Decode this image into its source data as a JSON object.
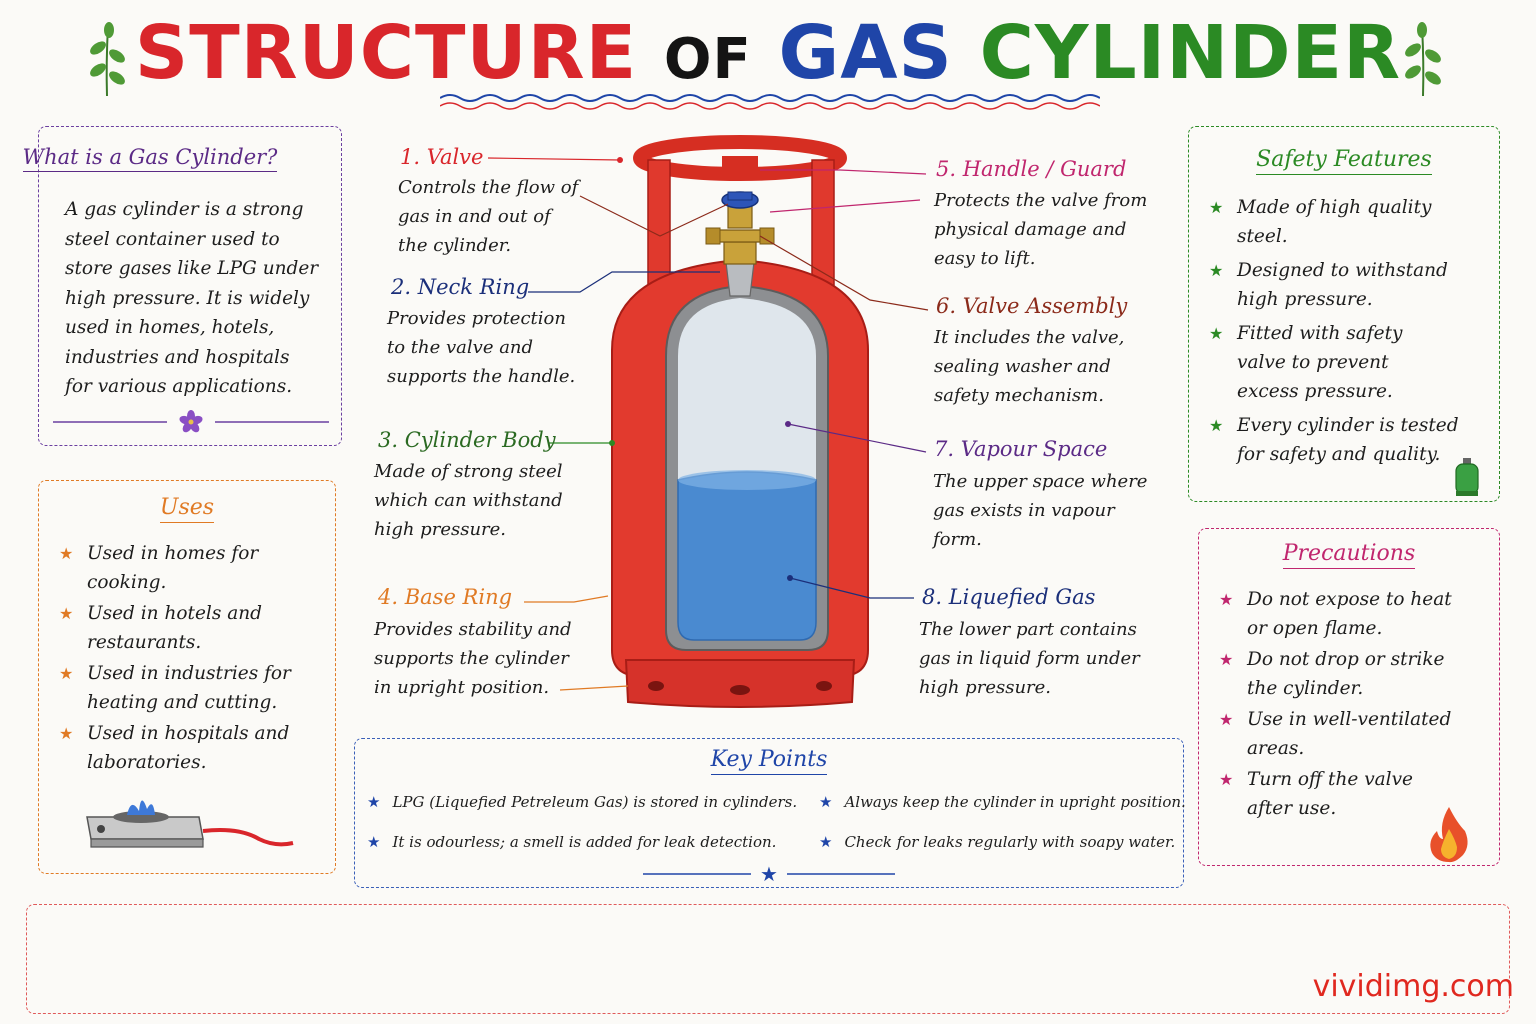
{
  "title": {
    "word1": "STRUCTURE",
    "word2": "OF",
    "word3": "GAS",
    "word4": "CYLINDER"
  },
  "what_box": {
    "heading": "What is a Gas Cylinder?",
    "lines": [
      "A gas cylinder is a strong",
      "steel container used to",
      "store gases like LPG under",
      "high pressure. It is widely",
      "used in homes, hotels,",
      "industries and hospitals",
      "for various applications."
    ]
  },
  "uses_box": {
    "heading": "Uses",
    "items": [
      [
        "Used in homes for",
        "cooking."
      ],
      [
        "Used in hotels and",
        "restaurants."
      ],
      [
        "Used in industries for",
        "heating and cutting."
      ],
      [
        "Used in hospitals and",
        "laboratories."
      ]
    ]
  },
  "labels": [
    {
      "title": "1. Valve",
      "lines": [
        "Controls the flow of",
        "gas in and out of",
        "the cylinder."
      ]
    },
    {
      "title": "2. Neck Ring",
      "lines": [
        "Provides protection",
        "to the valve and",
        "supports the handle."
      ]
    },
    {
      "title": "3. Cylinder Body",
      "lines": [
        "Made of strong steel",
        "which can withstand",
        "high pressure."
      ]
    },
    {
      "title": "4. Base Ring",
      "lines": [
        "Provides stability and",
        "supports the cylinder",
        "in upright position."
      ]
    },
    {
      "title": "5. Handle / Guard",
      "lines": [
        "Protects the valve from",
        "physical damage and",
        "easy to lift."
      ]
    },
    {
      "title": "6. Valve Assembly",
      "lines": [
        "It includes the valve,",
        "sealing washer and",
        "safety mechanism."
      ]
    },
    {
      "title": "7. Vapour Space",
      "lines": [
        "The upper space where",
        "gas exists in vapour",
        "form."
      ]
    },
    {
      "title": "8. Liquefied Gas",
      "lines": [
        "The lower part contains",
        "gas in liquid form under",
        "high pressure."
      ]
    }
  ],
  "safety_box": {
    "heading": "Safety Features",
    "items": [
      [
        "Made of high quality",
        "steel."
      ],
      [
        "Designed to withstand",
        "high pressure."
      ],
      [
        "Fitted with safety",
        "valve to prevent",
        "excess pressure."
      ],
      [
        "Every cylinder is tested",
        "for safety and quality."
      ]
    ]
  },
  "precautions_box": {
    "heading": "Precautions",
    "items": [
      [
        "Do not expose to heat",
        "or open flame."
      ],
      [
        "Do not drop or strike",
        "the cylinder."
      ],
      [
        "Use in well-ventilated",
        "areas."
      ],
      [
        "Turn off the valve",
        "after use."
      ]
    ]
  },
  "key_points": {
    "heading": "Key Points",
    "items": [
      "LPG (Liquefied Petreleum Gas) is stored in cylinders.",
      "Always keep the cylinder in upright position.",
      "It is odourless; a smell is added for leak detection.",
      "Check for leaks regularly with soapy water."
    ]
  },
  "watermark": "vividimg.com",
  "colors": {
    "red": "#d9262b",
    "blue": "#1f45a8",
    "green": "#2b8a24",
    "purple": "#5b2a86",
    "orange": "#e07a24",
    "magenta": "#c0266e",
    "dark_red": "#8b2a1a",
    "navy": "#1b2f7a"
  },
  "icons": [
    "leaf-icon",
    "flower-icon",
    "stove-icon",
    "small-cylinder-icon",
    "flame-icon",
    "star-icon"
  ]
}
